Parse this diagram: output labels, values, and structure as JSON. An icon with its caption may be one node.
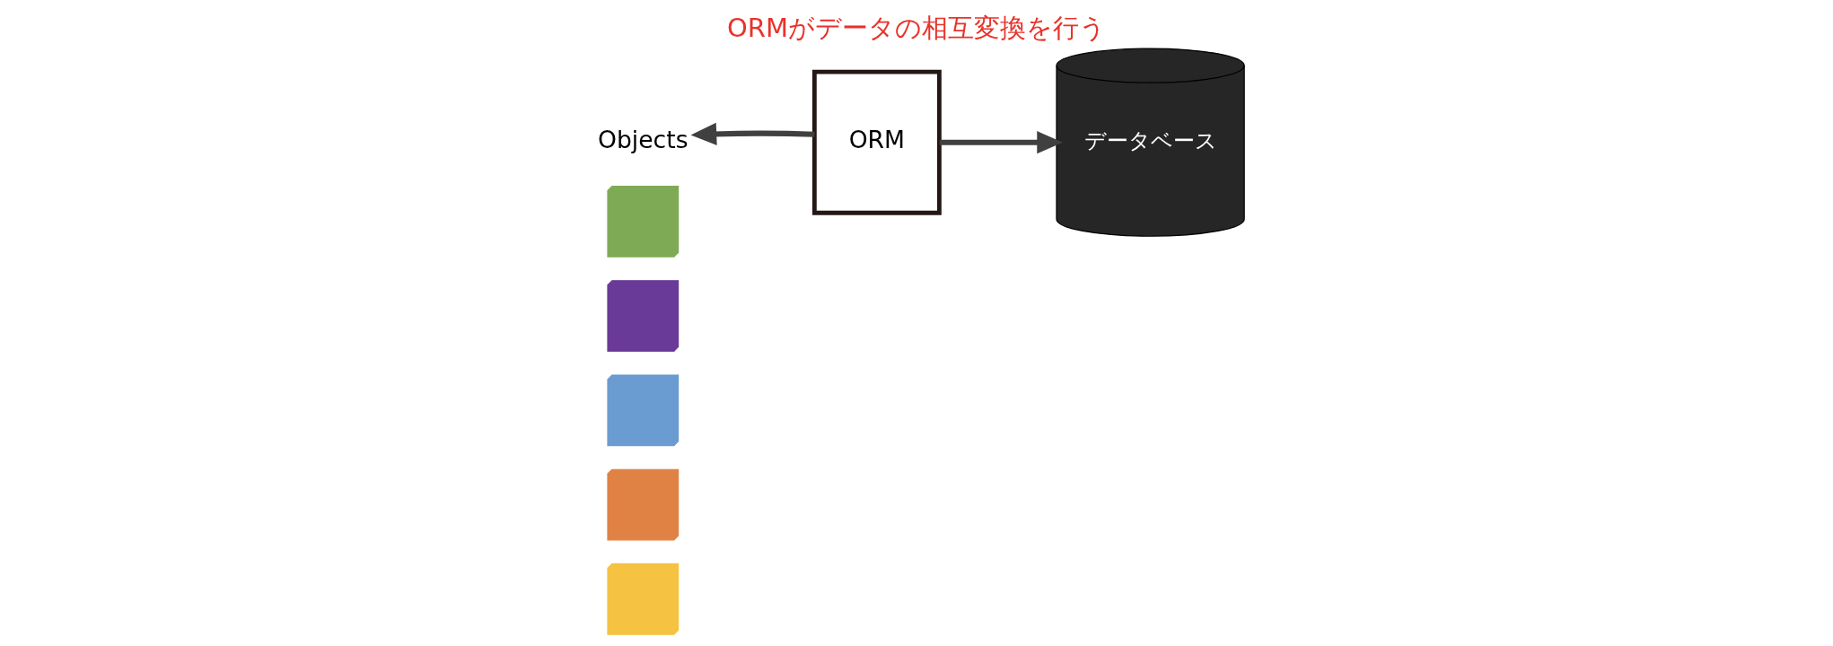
{
  "diagram": {
    "title": "ORMがデータの相互変換を行う",
    "nodes": [
      {
        "text": [],
        "shape": "box"
      },
      {
        "text": [],
        "shape": "box"
      },
      {
        "text": [],
        "shape": "box"
      },
      {
        "text": [],
        "shape": "box"
      },
      {
        "text": [],
        "shape": "box"
      },
      {
        "text": [
          "Objects"
        ]
      },
      {
        "text": [
          "ORM"
        ]
      },
      {
        "text": [
          "データベース"
        ]
      }
    ],
    "edges": [
      {
        "from": 6,
        "to": 5,
        "arrow": "to"
      },
      {
        "from": 6,
        "to": 7,
        "arrow": "to"
      }
    ]
  }
}
